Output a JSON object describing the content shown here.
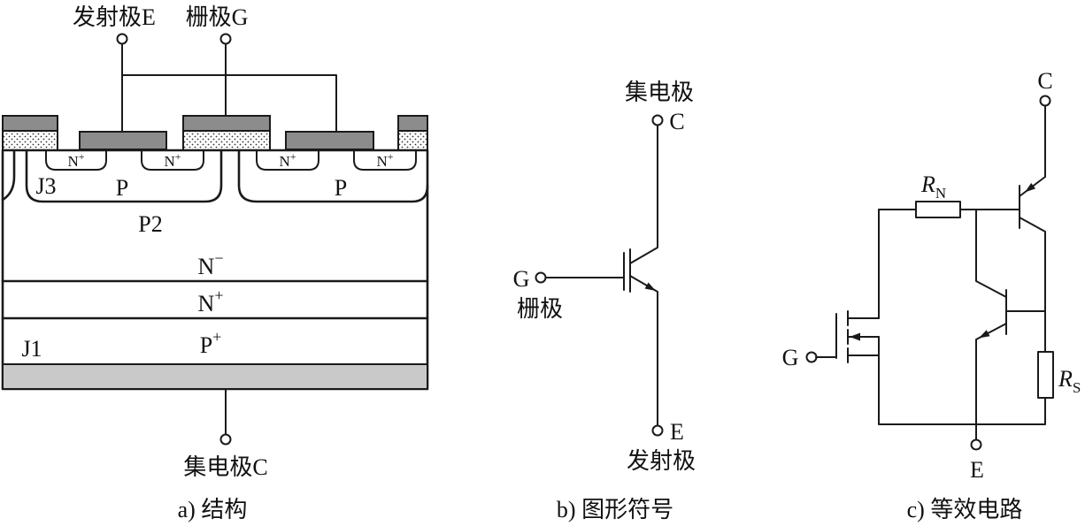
{
  "panel_a": {
    "emitter_label": "发射极E",
    "gate_label": "栅极G",
    "collector_label": "集电极C",
    "junction_j3": "J3",
    "junction_j1": "J1",
    "well_left_label": "P",
    "well_right_label": "P",
    "p2_label": "P2",
    "n_plus_pockets": [
      {
        "base": "N",
        "sup": "+"
      },
      {
        "base": "N",
        "sup": "+"
      },
      {
        "base": "N",
        "sup": "+"
      },
      {
        "base": "N",
        "sup": "+"
      }
    ],
    "n_minus_layer": {
      "base": "N",
      "sup": "−"
    },
    "n_plus_layer": {
      "base": "N",
      "sup": "+"
    },
    "p_plus_layer": {
      "base": "P",
      "sup": "+"
    },
    "caption": "a) 结构"
  },
  "panel_b": {
    "collector_name": "集电极",
    "collector_letter": "C",
    "gate_letter": "G",
    "gate_name": "栅极",
    "emitter_letter": "E",
    "emitter_name": "发射极",
    "caption": "b) 图形符号"
  },
  "panel_c": {
    "collector_letter": "C",
    "r_n": {
      "base": "R",
      "sub": "N"
    },
    "r_s": {
      "base": "R",
      "sub": "S"
    },
    "gate_letter": "G",
    "emitter_letter": "E",
    "caption": "c) 等效电路"
  },
  "colors": {
    "metal": "#8c8c8c",
    "collector_metal": "#c9c9c9"
  }
}
